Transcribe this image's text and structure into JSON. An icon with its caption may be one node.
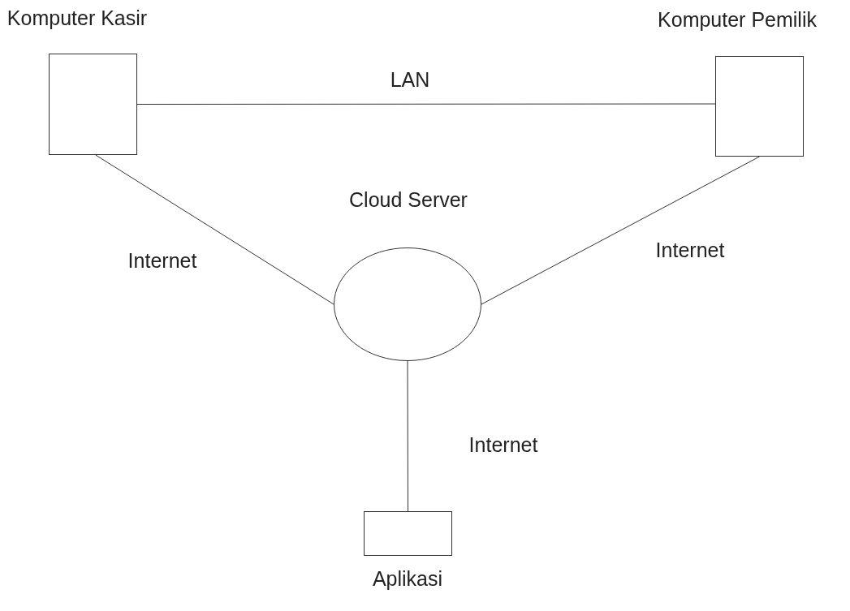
{
  "diagram": {
    "nodes": [
      {
        "text": [
          "Komputer Kasir"
        ]
      },
      {
        "text": [
          "Komputer Pemilik"
        ]
      },
      {
        "text": [
          "Cloud Server"
        ]
      },
      {
        "text": [
          "Aplikasi"
        ]
      }
    ],
    "edges": [
      {
        "from": 0,
        "to": 1,
        "arrow": "none",
        "label": "LAN"
      },
      {
        "from": 0,
        "to": 2,
        "arrow": "none",
        "label": "Internet"
      },
      {
        "from": 1,
        "to": 2,
        "arrow": "none",
        "label": "Internet"
      },
      {
        "from": 2,
        "to": 3,
        "arrow": "none",
        "label": "Internet"
      }
    ]
  }
}
